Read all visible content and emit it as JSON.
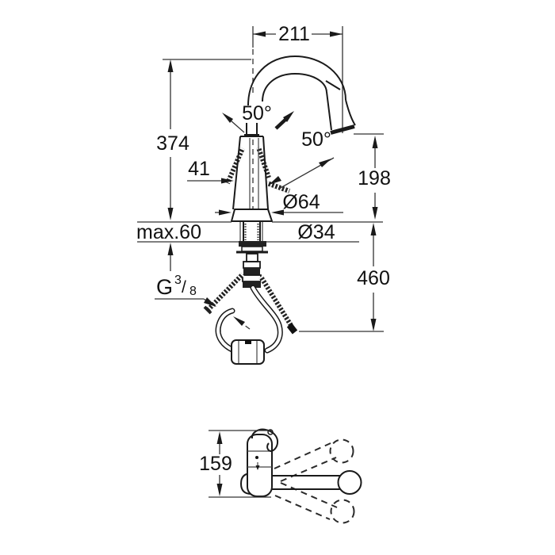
{
  "diagram": {
    "type": "technical-dimension-drawing",
    "subject": "kitchen-faucet-with-pull-out-spray",
    "views": [
      "front-view-with-installation",
      "side-view-swivel-range"
    ],
    "colors": {
      "line": "#1a1a1a",
      "background": "#ffffff",
      "text": "#111111"
    },
    "labels": {
      "spout_reach": "211",
      "total_height": "374",
      "lever_angle_front": "50°",
      "lever_angle_side": "50°",
      "lever_offset": "41",
      "base_diameter": "Ø64",
      "counter_thickness": "max.60",
      "hole_diameter": "Ø34",
      "outlet_height": "198",
      "hose_length": "460",
      "thread_prefix": "G",
      "thread_numerator": "3",
      "thread_slash": "/",
      "thread_denominator": "8",
      "swivel_height": "159"
    }
  }
}
